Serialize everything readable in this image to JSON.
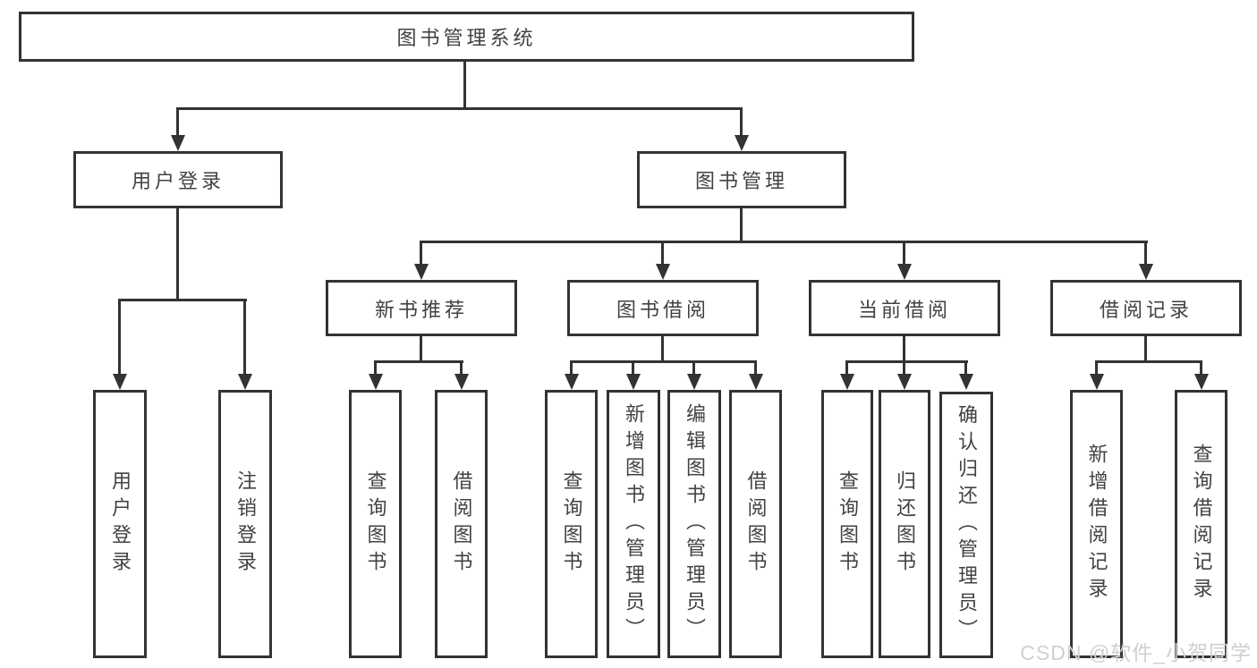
{
  "title": "图书管理系统",
  "watermark": {
    "text": "CSDN @软件_小贺同学"
  },
  "colors": {
    "background": "#ffffff",
    "line": "#333333",
    "text": "#424242",
    "watermark": "#d0d0d0"
  },
  "tree": {
    "label": "图书管理系统",
    "children": [
      {
        "label": "用户登录",
        "children": [
          {
            "label": "用户登录"
          },
          {
            "label": "注销登录"
          }
        ]
      },
      {
        "label": "图书管理",
        "children": [
          {
            "label": "新书推荐",
            "children": [
              {
                "label": "查询图书"
              },
              {
                "label": "借阅图书"
              }
            ]
          },
          {
            "label": "图书借阅",
            "children": [
              {
                "label": "查询图书"
              },
              {
                "label": "新增图书（管理员）"
              },
              {
                "label": "编辑图书（管理员）"
              },
              {
                "label": "借阅图书"
              }
            ]
          },
          {
            "label": "当前借阅",
            "children": [
              {
                "label": "查询图书"
              },
              {
                "label": "归还图书"
              },
              {
                "label": "确认归还（管理员）"
              }
            ]
          },
          {
            "label": "借阅记录",
            "children": [
              {
                "label": "新增借阅记录"
              },
              {
                "label": "查询借阅记录"
              }
            ]
          }
        ]
      }
    ]
  }
}
